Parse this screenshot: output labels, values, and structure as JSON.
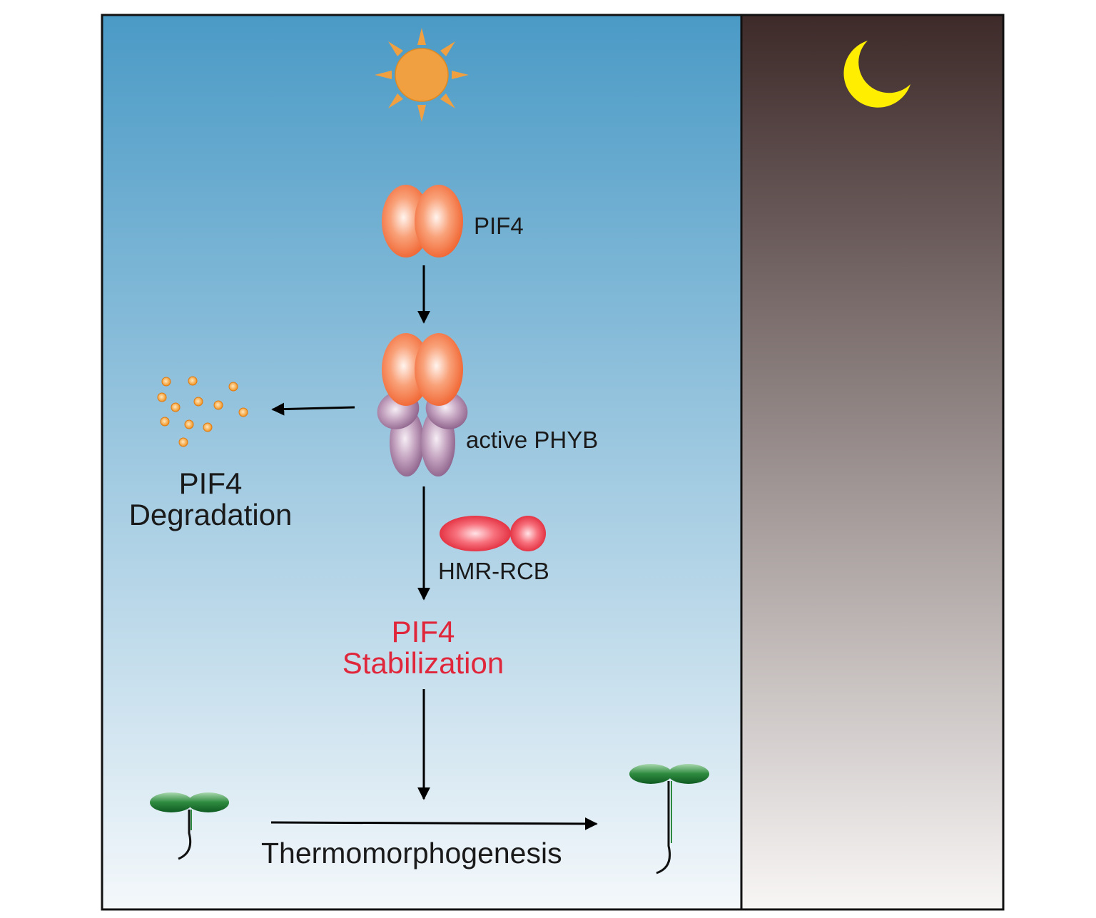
{
  "colors": {
    "day_sky_top": "#4a9ac6",
    "day_sky_bottom": "#f4f8fb",
    "night_top": "#3d2a29",
    "night_bottom": "#f8f6f5",
    "sun": "#f0a040",
    "moon": "#ffee00",
    "pif4_protein": "#f46f3c",
    "phyb_protein": "#9b6f98",
    "hmr_rcb_protein": "#e82a3a",
    "stabilization_text": "#e0263a",
    "seedling_leaf": "#2d8a3e",
    "arrow": "#000000"
  },
  "icons": {
    "sun": "sun-icon",
    "moon": "crescent-moon-icon",
    "seedling_small": "seedling-icon",
    "seedling_tall": "seedling-icon"
  },
  "labels": {
    "pif4": "PIF4",
    "active_phyb": "active PHYB",
    "hmr_rcb": "HMR-RCB",
    "degradation_line1": "PIF4",
    "degradation_line2": "Degradation",
    "stabilization_line1": "PIF4",
    "stabilization_line2": "Stabilization",
    "thermomorphogenesis": "Thermomorphogenesis"
  }
}
